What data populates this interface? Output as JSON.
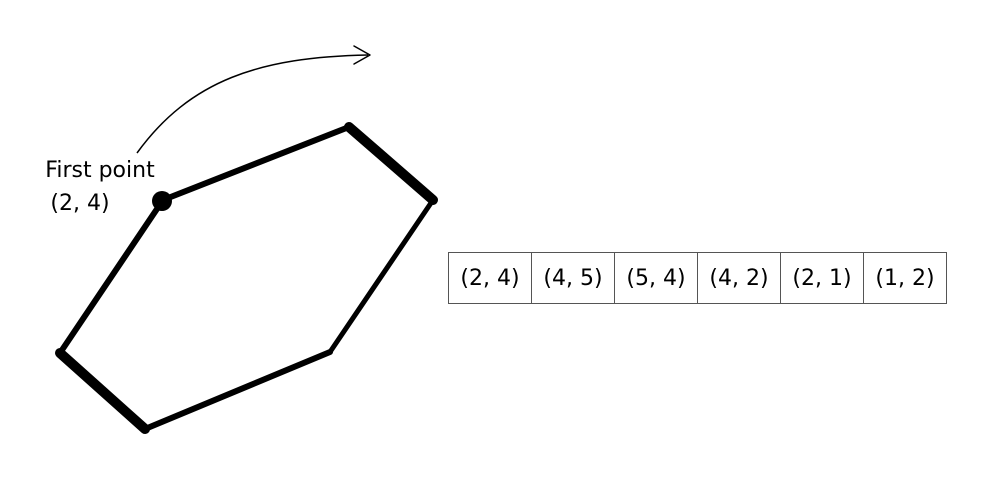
{
  "first_point_label": {
    "line1": "First point",
    "line2": "(2, 4)"
  },
  "point_list": [
    "(2, 4)",
    "(4, 5)",
    "(5, 4)",
    "(4, 2)",
    "(2, 1)",
    "(1, 2)"
  ],
  "colors": {
    "stroke": "#000000",
    "table_border": "#555555",
    "background": "#ffffff"
  }
}
